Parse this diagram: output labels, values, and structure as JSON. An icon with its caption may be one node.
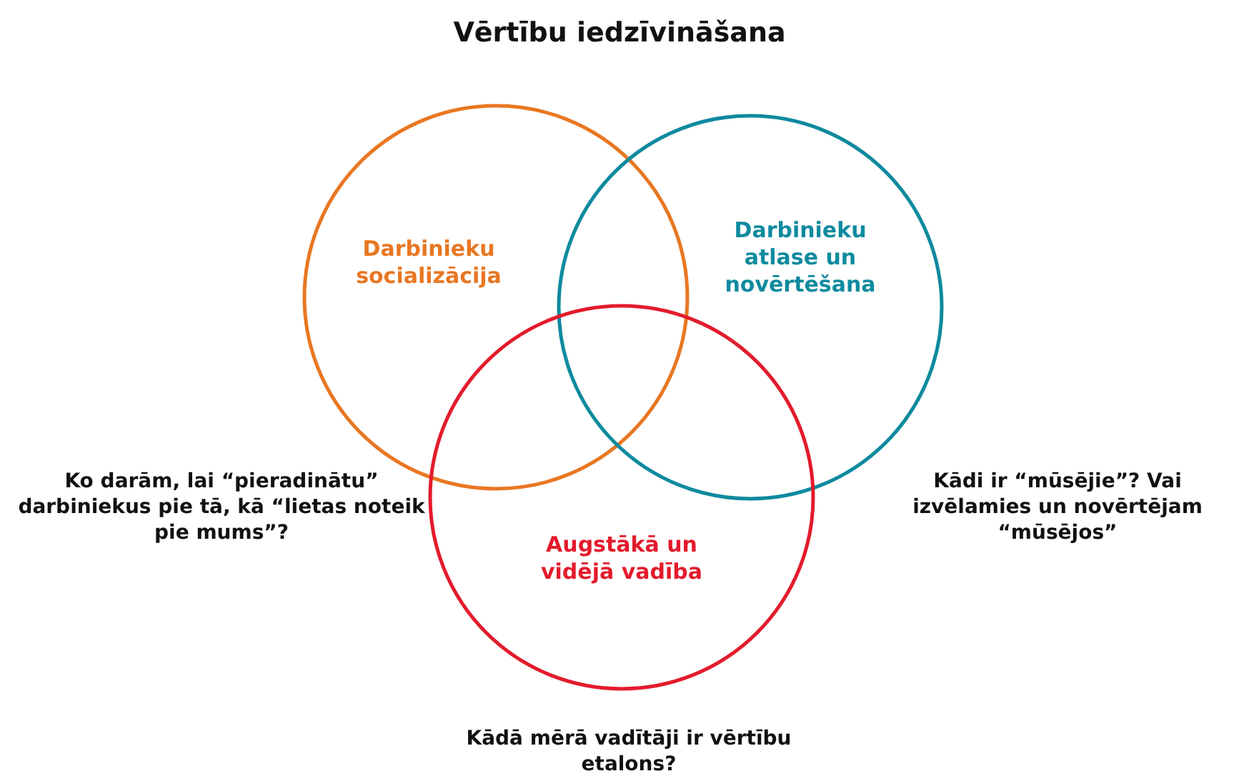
{
  "diagram": {
    "title": "Vērtību iedzīvināšana",
    "nodes": [
      {
        "text": [
          "Darbinieku socializācija"
        ]
      },
      {
        "text": [
          "Darbinieku atlase un novērtēšana"
        ]
      },
      {
        "text": [
          "Augstākā un vidējā vadība"
        ]
      }
    ],
    "labels": [
      "Ko darām, lai “pieradinātu” darbiniekus pie tā, kā “lietas noteik pie mums”?",
      "Kādi ir “mūsējie”? Vai izvēlamies un novērtējam “mūsējos”",
      "Kādā mērā vadītāji ir vērtību etalons?"
    ]
  }
}
